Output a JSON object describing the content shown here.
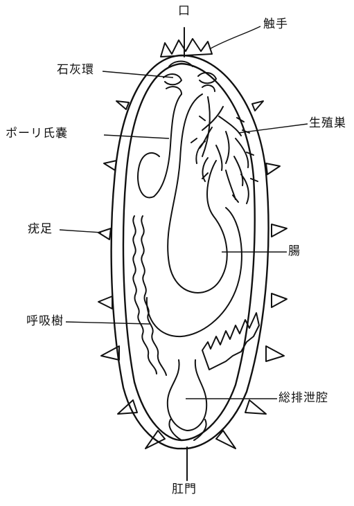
{
  "labels": {
    "mouth": "口",
    "tentacles": "触手",
    "calcareous_ring": "石灰環",
    "polian_vesicle": "ポーリ氏嚢",
    "gonad": "生殖巣",
    "tube_feet": "疣足",
    "intestine": "腸",
    "respiratory_tree": "呼吸樹",
    "cloaca": "総排泄腔",
    "anus": "肛門"
  }
}
